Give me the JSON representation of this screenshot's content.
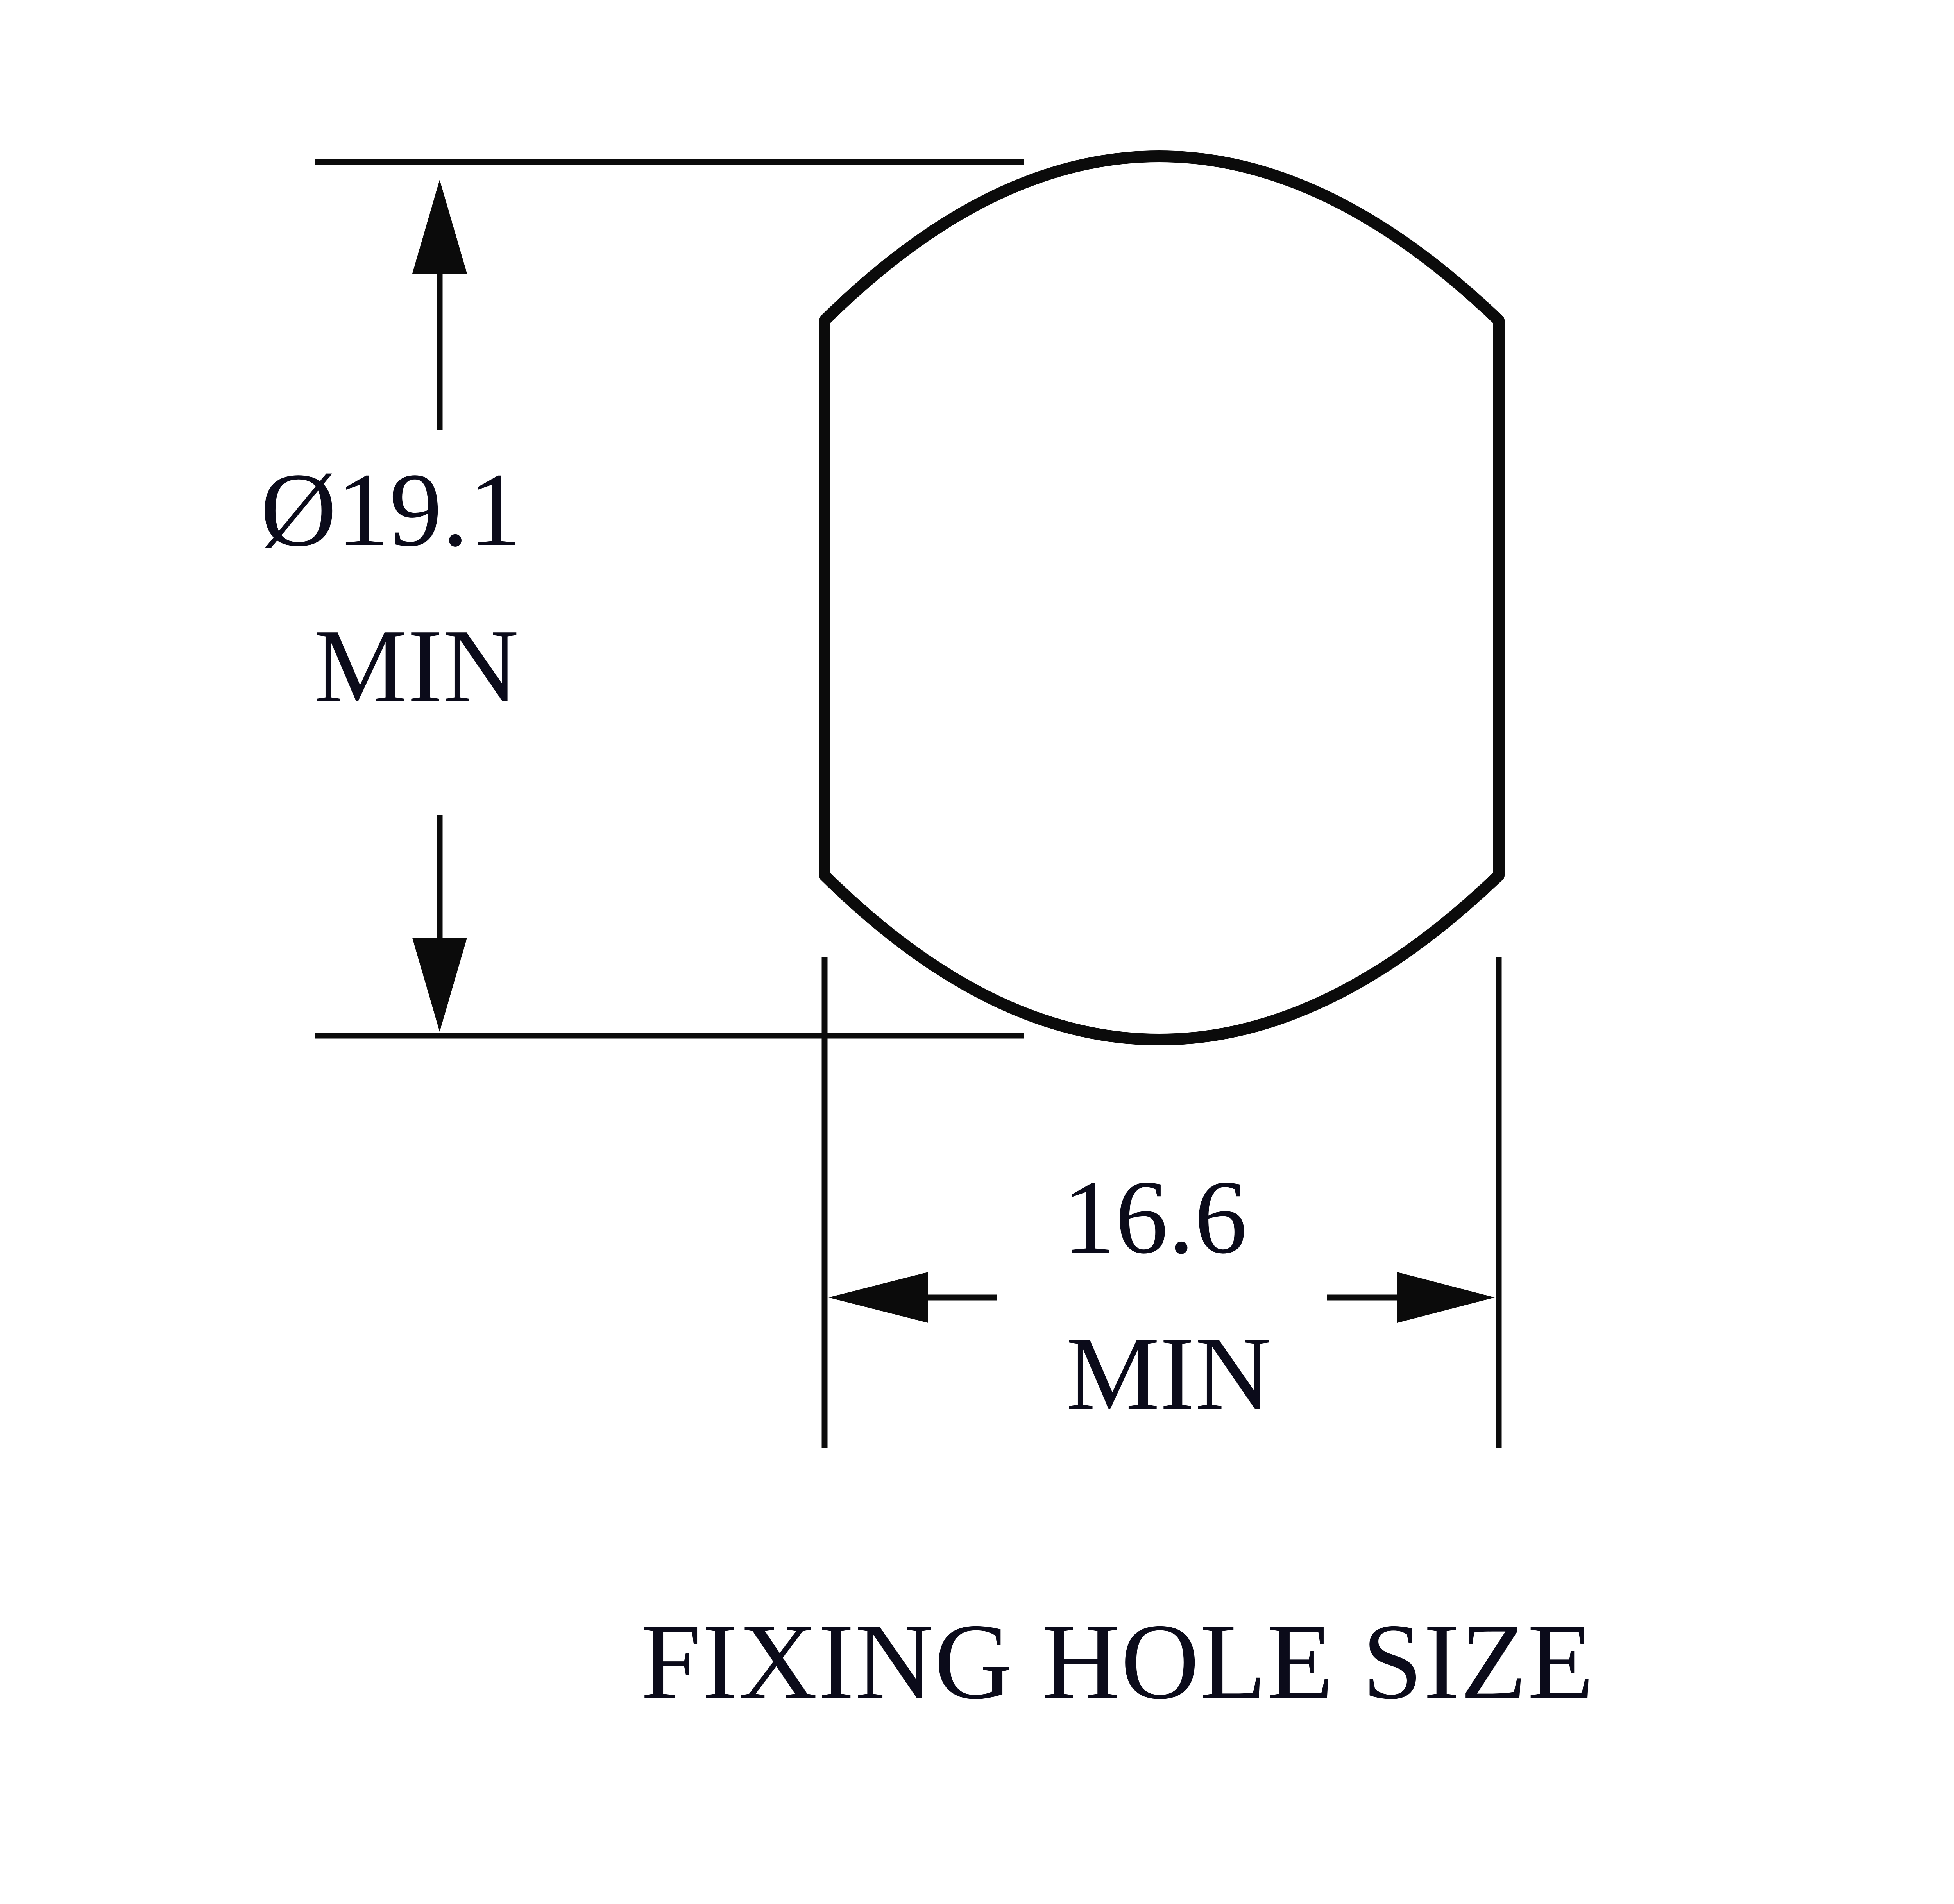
{
  "diagram": {
    "caption": "FIXING HOLE SIZE",
    "height_dimension": {
      "value": "Ø19.1",
      "qualifier": "MIN"
    },
    "width_dimension": {
      "value": "16.6",
      "qualifier": "MIN"
    },
    "colors": {
      "background": "#ffffff",
      "stroke": "#0b0b0b",
      "text": "#0b0b1a"
    }
  }
}
